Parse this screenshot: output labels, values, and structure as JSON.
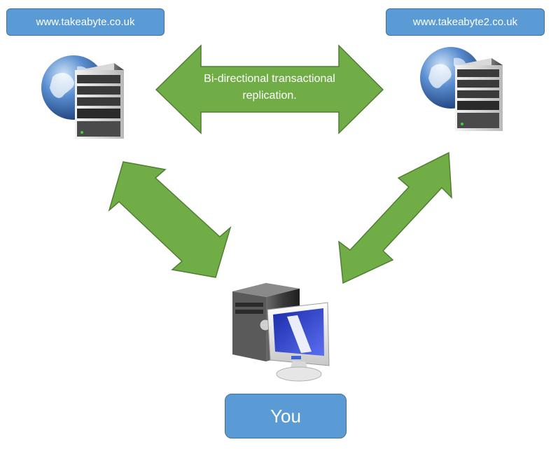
{
  "servers": {
    "left": {
      "hostname": "www.takeabyte.co.uk",
      "icon": "globe-server-icon"
    },
    "right": {
      "hostname": "www.takeabyte2.co.uk",
      "icon": "globe-server-icon"
    }
  },
  "replication_arrow": {
    "caption_line1": "Bi-directional transactional",
    "caption_line2": "replication.",
    "direction": "bidirectional"
  },
  "client": {
    "label": "You",
    "icon": "desktop-computer-icon"
  },
  "colors": {
    "arrow_fill": "#70ad47",
    "arrow_stroke": "#507e32",
    "box_fill": "#5b9bd5",
    "box_stroke": "#41719c",
    "text": "#ffffff"
  }
}
